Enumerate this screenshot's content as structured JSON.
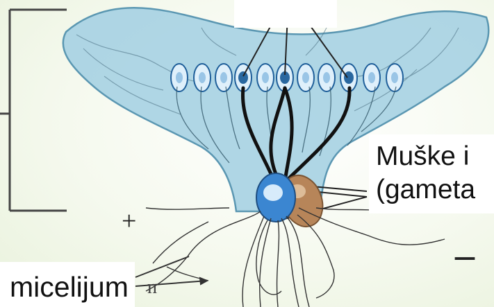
{
  "labels": {
    "right_line1": "Muške i",
    "right_line2": "(gameta",
    "bottom": "micelijum",
    "plus": "+",
    "minus": "–",
    "n_mark": "n"
  },
  "colors": {
    "fungus_fill": "#a9d3e4",
    "fungus_stroke": "#4e8fad",
    "cell_fill": "#dff0fb",
    "nucleus": "#1f5f9a",
    "blue_gamete": "#3b86d1",
    "brown_gamete": "#b78559",
    "connector": "#111111"
  },
  "icons": [
    "bracket-icon",
    "spore-icon",
    "gamete-blue-icon",
    "gamete-brown-icon"
  ]
}
